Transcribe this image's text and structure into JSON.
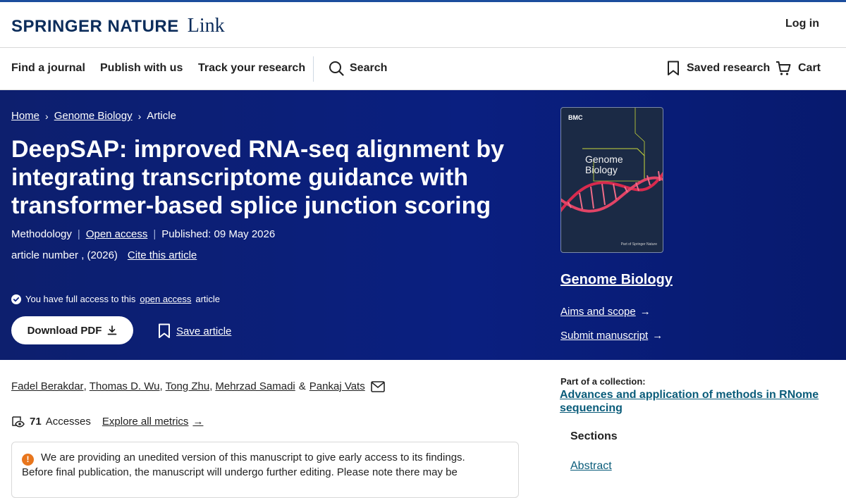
{
  "header": {
    "brand": "SPRINGER NATURE",
    "brand_suffix": "Link",
    "login": "Log in"
  },
  "nav": {
    "items": [
      "Find a journal",
      "Publish with us",
      "Track your research"
    ],
    "search": "Search",
    "saved": "Saved research",
    "cart": "Cart"
  },
  "breadcrumb": [
    "Home",
    "Genome Biology",
    "Article"
  ],
  "article": {
    "title_lines": [
      "DeepSAP: improved RNA-seq alignment by",
      "integrating transcriptome guidance with",
      "transformer-based splice junction scoring"
    ],
    "type": "Methodology",
    "access_label": "Open access",
    "published": "Published: 09 May 2026",
    "article_number": "article number , (2026)",
    "cite": "Cite this article",
    "access_note_prefix": "You have full access to this",
    "access_note_link": "open access",
    "access_note_suffix": "article",
    "download_label": "Download PDF",
    "save_label": "Save article"
  },
  "journal": {
    "cover_badge": "BMC",
    "cover_title_1": "Genome",
    "cover_title_2": "Biology",
    "cover_footer": "Part of Springer Nature",
    "name": "Genome Biology",
    "aims": "Aims and scope",
    "submit": "Submit manuscript"
  },
  "authors": [
    "Fadel Berakdar",
    "Thomas D. Wu",
    "Tong Zhu",
    "Mehrzad Samadi",
    "Pankaj Vats"
  ],
  "metrics": {
    "accesses_count": "71",
    "accesses_label": "Accesses",
    "explore": "Explore all metrics"
  },
  "notice": {
    "line1": "We are providing an unedited version of this manuscript to give early access to its findings.",
    "line2": "Before final publication, the manuscript will undergo further editing. Please note there may be"
  },
  "sidebar": {
    "collection_head": "Part of a collection:",
    "collection_link": "Advances and application of methods in RNome sequencing",
    "sections_head": "Sections",
    "section_items": [
      "Abstract"
    ]
  },
  "colors": {
    "hero_bg": "#0a1f80",
    "brand_navy": "#0c2d5b",
    "link_teal": "#0a5c7a",
    "notice_orange": "#e8761d"
  }
}
